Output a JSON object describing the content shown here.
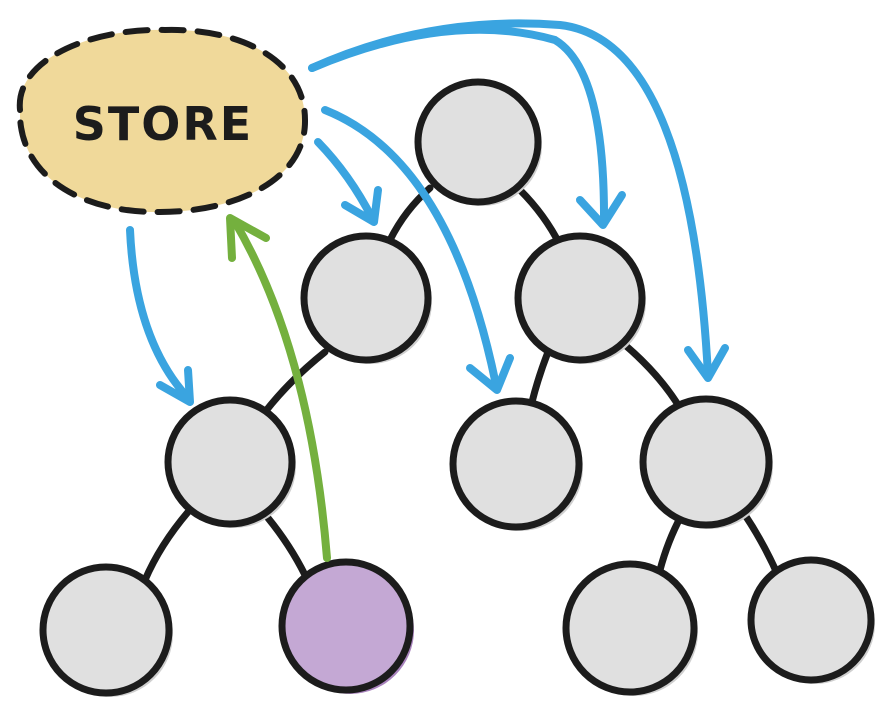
{
  "store": {
    "label": "STORE"
  },
  "colors": {
    "store_fill": "#f0d99a",
    "store_stroke": "#1c1c1c",
    "node_fill": "#e0e0e0",
    "node_shade": "#cfcfcf",
    "node_stroke": "#1c1c1c",
    "active_node_fill": "#c4a8d4",
    "active_node_shade": "#a983bd",
    "edge": "#1c1c1c",
    "subscribe_arrow": "#3aa4e0",
    "dispatch_arrow": "#74b03e"
  },
  "nodes": [
    {
      "id": "root",
      "active": false
    },
    {
      "id": "l1-left",
      "active": false
    },
    {
      "id": "l1-right",
      "active": false
    },
    {
      "id": "l2-left",
      "active": false
    },
    {
      "id": "l2-middle",
      "active": false
    },
    {
      "id": "l2-right",
      "active": false
    },
    {
      "id": "l3-far-left",
      "active": false
    },
    {
      "id": "l3-left",
      "active": true
    },
    {
      "id": "l3-right-a",
      "active": false
    },
    {
      "id": "l3-right-b",
      "active": false
    }
  ],
  "edges": [
    [
      "root",
      "l1-left"
    ],
    [
      "root",
      "l1-right"
    ],
    [
      "l1-left",
      "l2-left"
    ],
    [
      "l1-right",
      "l2-middle"
    ],
    [
      "l1-right",
      "l2-right"
    ],
    [
      "l2-left",
      "l3-far-left"
    ],
    [
      "l2-left",
      "l3-left"
    ],
    [
      "l2-right",
      "l3-right-a"
    ],
    [
      "l2-right",
      "l3-right-b"
    ]
  ],
  "arrows": [
    {
      "from": "store",
      "to": "l2-left",
      "kind": "subscribe"
    },
    {
      "from": "store",
      "to": "l1-left",
      "kind": "subscribe"
    },
    {
      "from": "store",
      "to": "l2-middle",
      "kind": "subscribe"
    },
    {
      "from": "store",
      "to": "l1-right",
      "kind": "subscribe"
    },
    {
      "from": "store",
      "to": "l2-right",
      "kind": "subscribe"
    },
    {
      "from": "l3-left",
      "to": "store",
      "kind": "dispatch"
    }
  ]
}
